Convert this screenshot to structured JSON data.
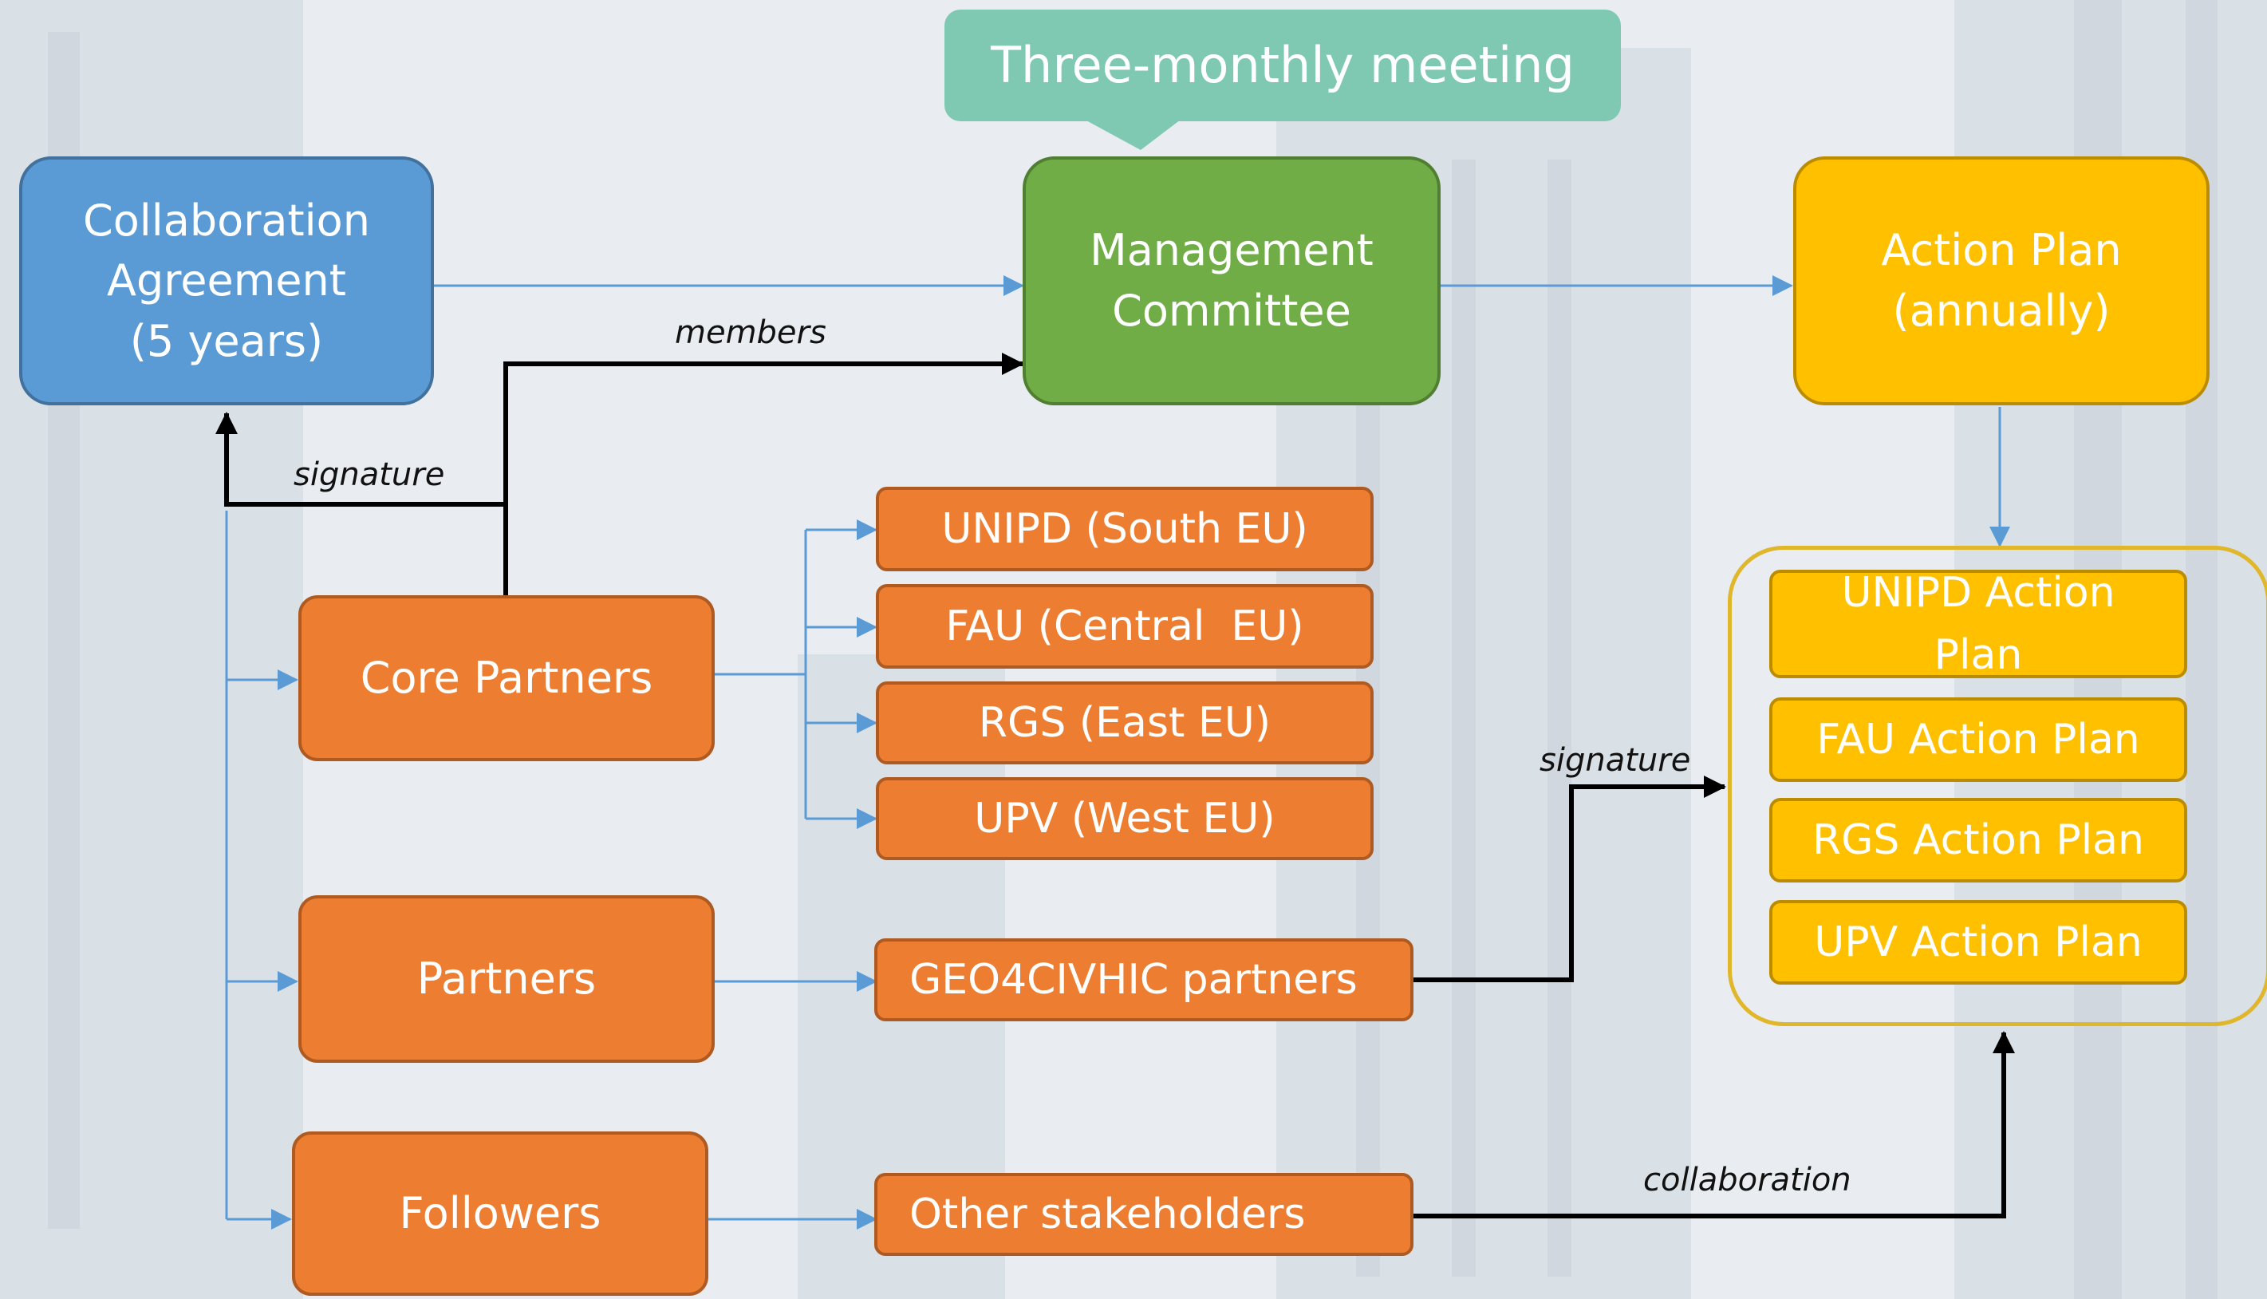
{
  "colors": {
    "blue": "#5b9bd5",
    "green": "#70ad47",
    "yellow": "#ffc000",
    "orange": "#ed7d31",
    "teal": "#7fc9b2",
    "thin_arrow": "#5b9bd5",
    "thick_arrow": "#000000"
  },
  "nodes": {
    "meeting": "Three-monthly meeting",
    "agreement": [
      "Collaboration",
      "Agreement",
      "(5 years)"
    ],
    "committee": [
      "Management",
      "Committee"
    ],
    "action_plan": [
      "Action Plan",
      "(annually)"
    ],
    "core_partners": "Core Partners",
    "partners": "Partners",
    "followers": "Followers",
    "unipd": "UNIPD (South EU)",
    "fau": "FAU (Central  EU)",
    "rgs": "RGS (East EU)",
    "upv": "UPV (West EU)",
    "geo4civhic": "GEO4CIVHIC partners",
    "stakeholders": "Other stakeholders",
    "unipd_plan": [
      "UNIPD Action",
      "Plan"
    ],
    "fau_plan": "FAU Action Plan",
    "rgs_plan": "RGS Action Plan",
    "upv_plan": "UPV Action Plan"
  },
  "edge_labels": {
    "members": "members",
    "signature_left": "signature",
    "signature_right": "signature",
    "collaboration": "collaboration"
  }
}
